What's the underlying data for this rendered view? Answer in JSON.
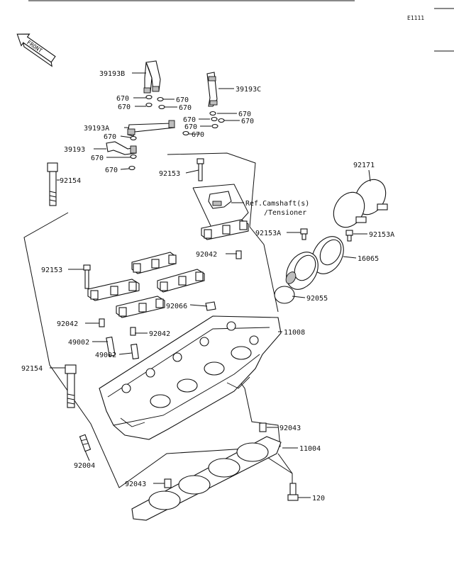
{
  "diagram_code": "E1111",
  "front_label": "FRONT",
  "ref_note": {
    "line1": "Ref.Camshaft(s)",
    "line2": "/Tensioner"
  },
  "labels": {
    "p39193B": "39193B",
    "p39193C": "39193C",
    "p39193A": "39193A",
    "p39193": "39193",
    "p670": "670",
    "p92153": "92153",
    "p92154": "92154",
    "p92171": "92171",
    "p92153A": "92153A",
    "p16065": "16065",
    "p92042": "92042",
    "p92055": "92055",
    "p92066": "92066",
    "p11008": "11008",
    "p49002": "49002",
    "p92043": "92043",
    "p11004": "11004",
    "p92004": "92004",
    "p120": "120"
  }
}
